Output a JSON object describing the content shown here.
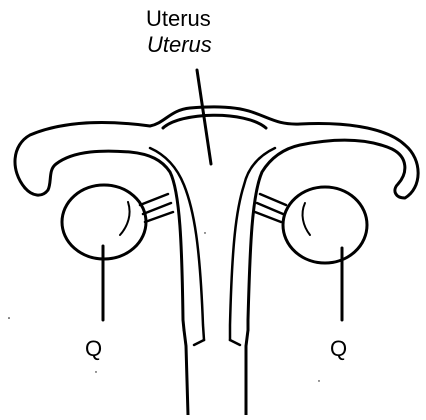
{
  "labels": {
    "uterus": "Uterus",
    "uterus_italic": "Uterus",
    "left_ovary": "Q",
    "right_ovary": "Q"
  },
  "colors": {
    "ink": "#000000",
    "paper": "#ffffff"
  }
}
